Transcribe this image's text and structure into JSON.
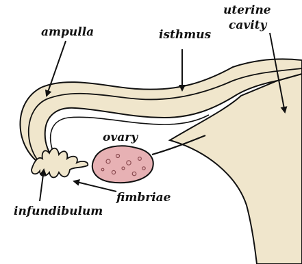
{
  "labels": {
    "ampulla": "ampulla",
    "isthmus": "isthmus",
    "uterine_line1": "uterine",
    "uterine_line2": "cavity",
    "ovary": "ovary",
    "fimbriae": "fimbriae",
    "infundibulum": "infundibulum"
  },
  "colors": {
    "tissue": "#f0e6cc",
    "outline": "#111111",
    "ovary": "#e7b1b4",
    "ovary_spots": "#8a4a50",
    "background": "#ffffff"
  }
}
